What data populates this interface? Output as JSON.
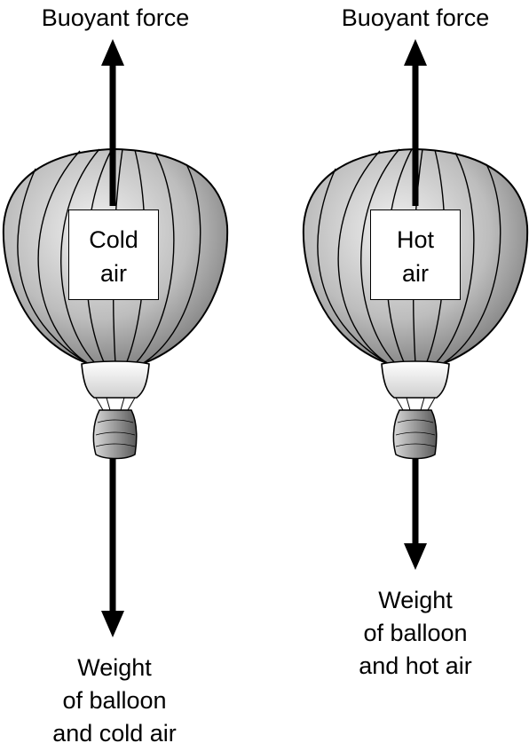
{
  "left": {
    "top_label": "Buoyant force",
    "box_line1": "Cold",
    "box_line2": "air",
    "bottom_line1": "Weight",
    "bottom_line2": "of balloon",
    "bottom_line3": "and cold air"
  },
  "right": {
    "top_label": "Buoyant force",
    "box_line1": "Hot",
    "box_line2": "air",
    "bottom_line1": "Weight",
    "bottom_line2": "of balloon",
    "bottom_line3": "and hot air"
  },
  "colors": {
    "envelope_light": "#f2f2f2",
    "envelope_mid": "#a9a9a9",
    "envelope_dark": "#6a6a6a",
    "stroke": "#000000"
  }
}
